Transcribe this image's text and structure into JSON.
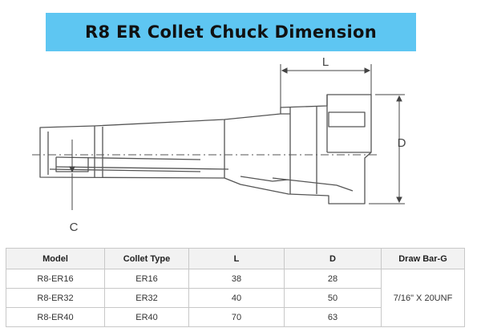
{
  "header": {
    "title": "R8 ER Collet Chuck Dimension"
  },
  "drawing": {
    "labels": {
      "length": "L",
      "diameter": "D",
      "bore": "C"
    }
  },
  "table": {
    "columns": [
      "Model",
      "Collet Type",
      "L",
      "D",
      "Draw Bar-G"
    ],
    "rows": [
      {
        "model": "R8-ER16",
        "collet_type": "ER16",
        "l": "38",
        "d": "28"
      },
      {
        "model": "R8-ER32",
        "collet_type": "ER32",
        "l": "40",
        "d": "50"
      },
      {
        "model": "R8-ER40",
        "collet_type": "ER40",
        "l": "70",
        "d": "63"
      }
    ],
    "draw_bar": "7/16\" X 20UNF"
  }
}
